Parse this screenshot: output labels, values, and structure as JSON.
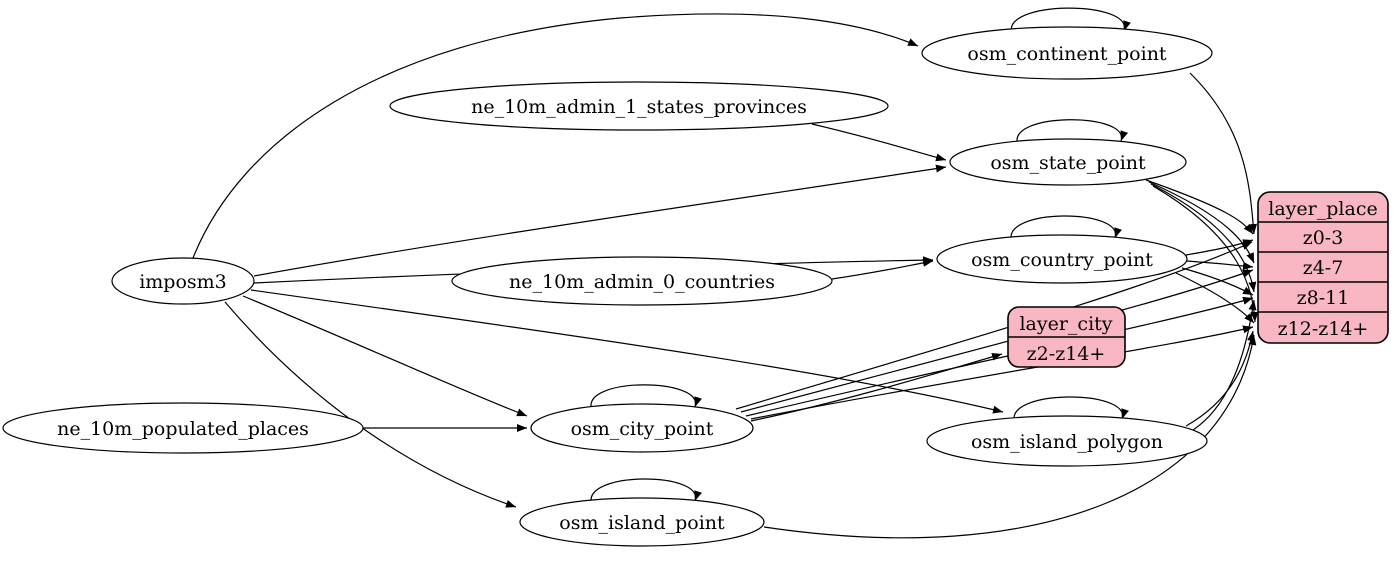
{
  "diagram": {
    "kind": "etl-dependency-graph",
    "background_color": "#ffffff",
    "colors": {
      "node_fill": "#ffffff",
      "record_fill": "#f9b7c3",
      "stroke": "#000000"
    },
    "nodes": {
      "imposm3": {
        "label": "imposm3"
      },
      "ne_10m_admin_1_states_provinces": {
        "label": "ne_10m_admin_1_states_provinces"
      },
      "ne_10m_admin_0_countries": {
        "label": "ne_10m_admin_0_countries"
      },
      "ne_10m_populated_places": {
        "label": "ne_10m_populated_places"
      },
      "osm_continent_point": {
        "label": "osm_continent_point"
      },
      "osm_state_point": {
        "label": "osm_state_point"
      },
      "osm_country_point": {
        "label": "osm_country_point"
      },
      "osm_city_point": {
        "label": "osm_city_point"
      },
      "osm_island_polygon": {
        "label": "osm_island_polygon"
      },
      "osm_island_point": {
        "label": "osm_island_point"
      }
    },
    "records": {
      "layer_city": {
        "title": "layer_city",
        "rows": [
          "z2-z14+"
        ]
      },
      "layer_place": {
        "title": "layer_place",
        "rows": [
          "z0-3",
          "z4-7",
          "z8-11",
          "z12-z14+"
        ]
      }
    },
    "edges": [
      "imposm3 -> osm_continent_point",
      "imposm3 -> osm_state_point",
      "imposm3 -> osm_country_point",
      "imposm3 -> osm_city_point",
      "imposm3 -> osm_island_polygon",
      "imposm3 -> osm_island_point",
      "ne_10m_admin_1_states_provinces -> osm_state_point",
      "ne_10m_admin_0_countries -> osm_country_point",
      "ne_10m_populated_places -> osm_city_point",
      "osm_continent_point -> osm_continent_point",
      "osm_state_point -> osm_state_point",
      "osm_country_point -> osm_country_point",
      "osm_city_point -> osm_city_point",
      "osm_island_polygon -> osm_island_polygon",
      "osm_island_point -> osm_island_point",
      "osm_continent_point -> layer_place:z0-3",
      "osm_state_point -> layer_place:z0-3",
      "osm_state_point -> layer_place:z4-7",
      "osm_state_point -> layer_place:z8-11",
      "osm_state_point -> layer_place:z12-z14+",
      "osm_country_point -> layer_place:z0-3",
      "osm_country_point -> layer_place:z4-7",
      "osm_country_point -> layer_place:z8-11",
      "osm_country_point -> layer_place:z12-z14+",
      "osm_city_point -> layer_city:z2-z14+",
      "osm_city_point -> layer_place:z0-3",
      "osm_city_point -> layer_place:z4-7",
      "osm_city_point -> layer_place:z8-11",
      "osm_city_point -> layer_place:z12-z14+",
      "osm_island_polygon -> layer_place:z8-11",
      "osm_island_polygon -> layer_place:z12-z14+",
      "osm_island_point -> layer_place:z12-z14+"
    ]
  }
}
